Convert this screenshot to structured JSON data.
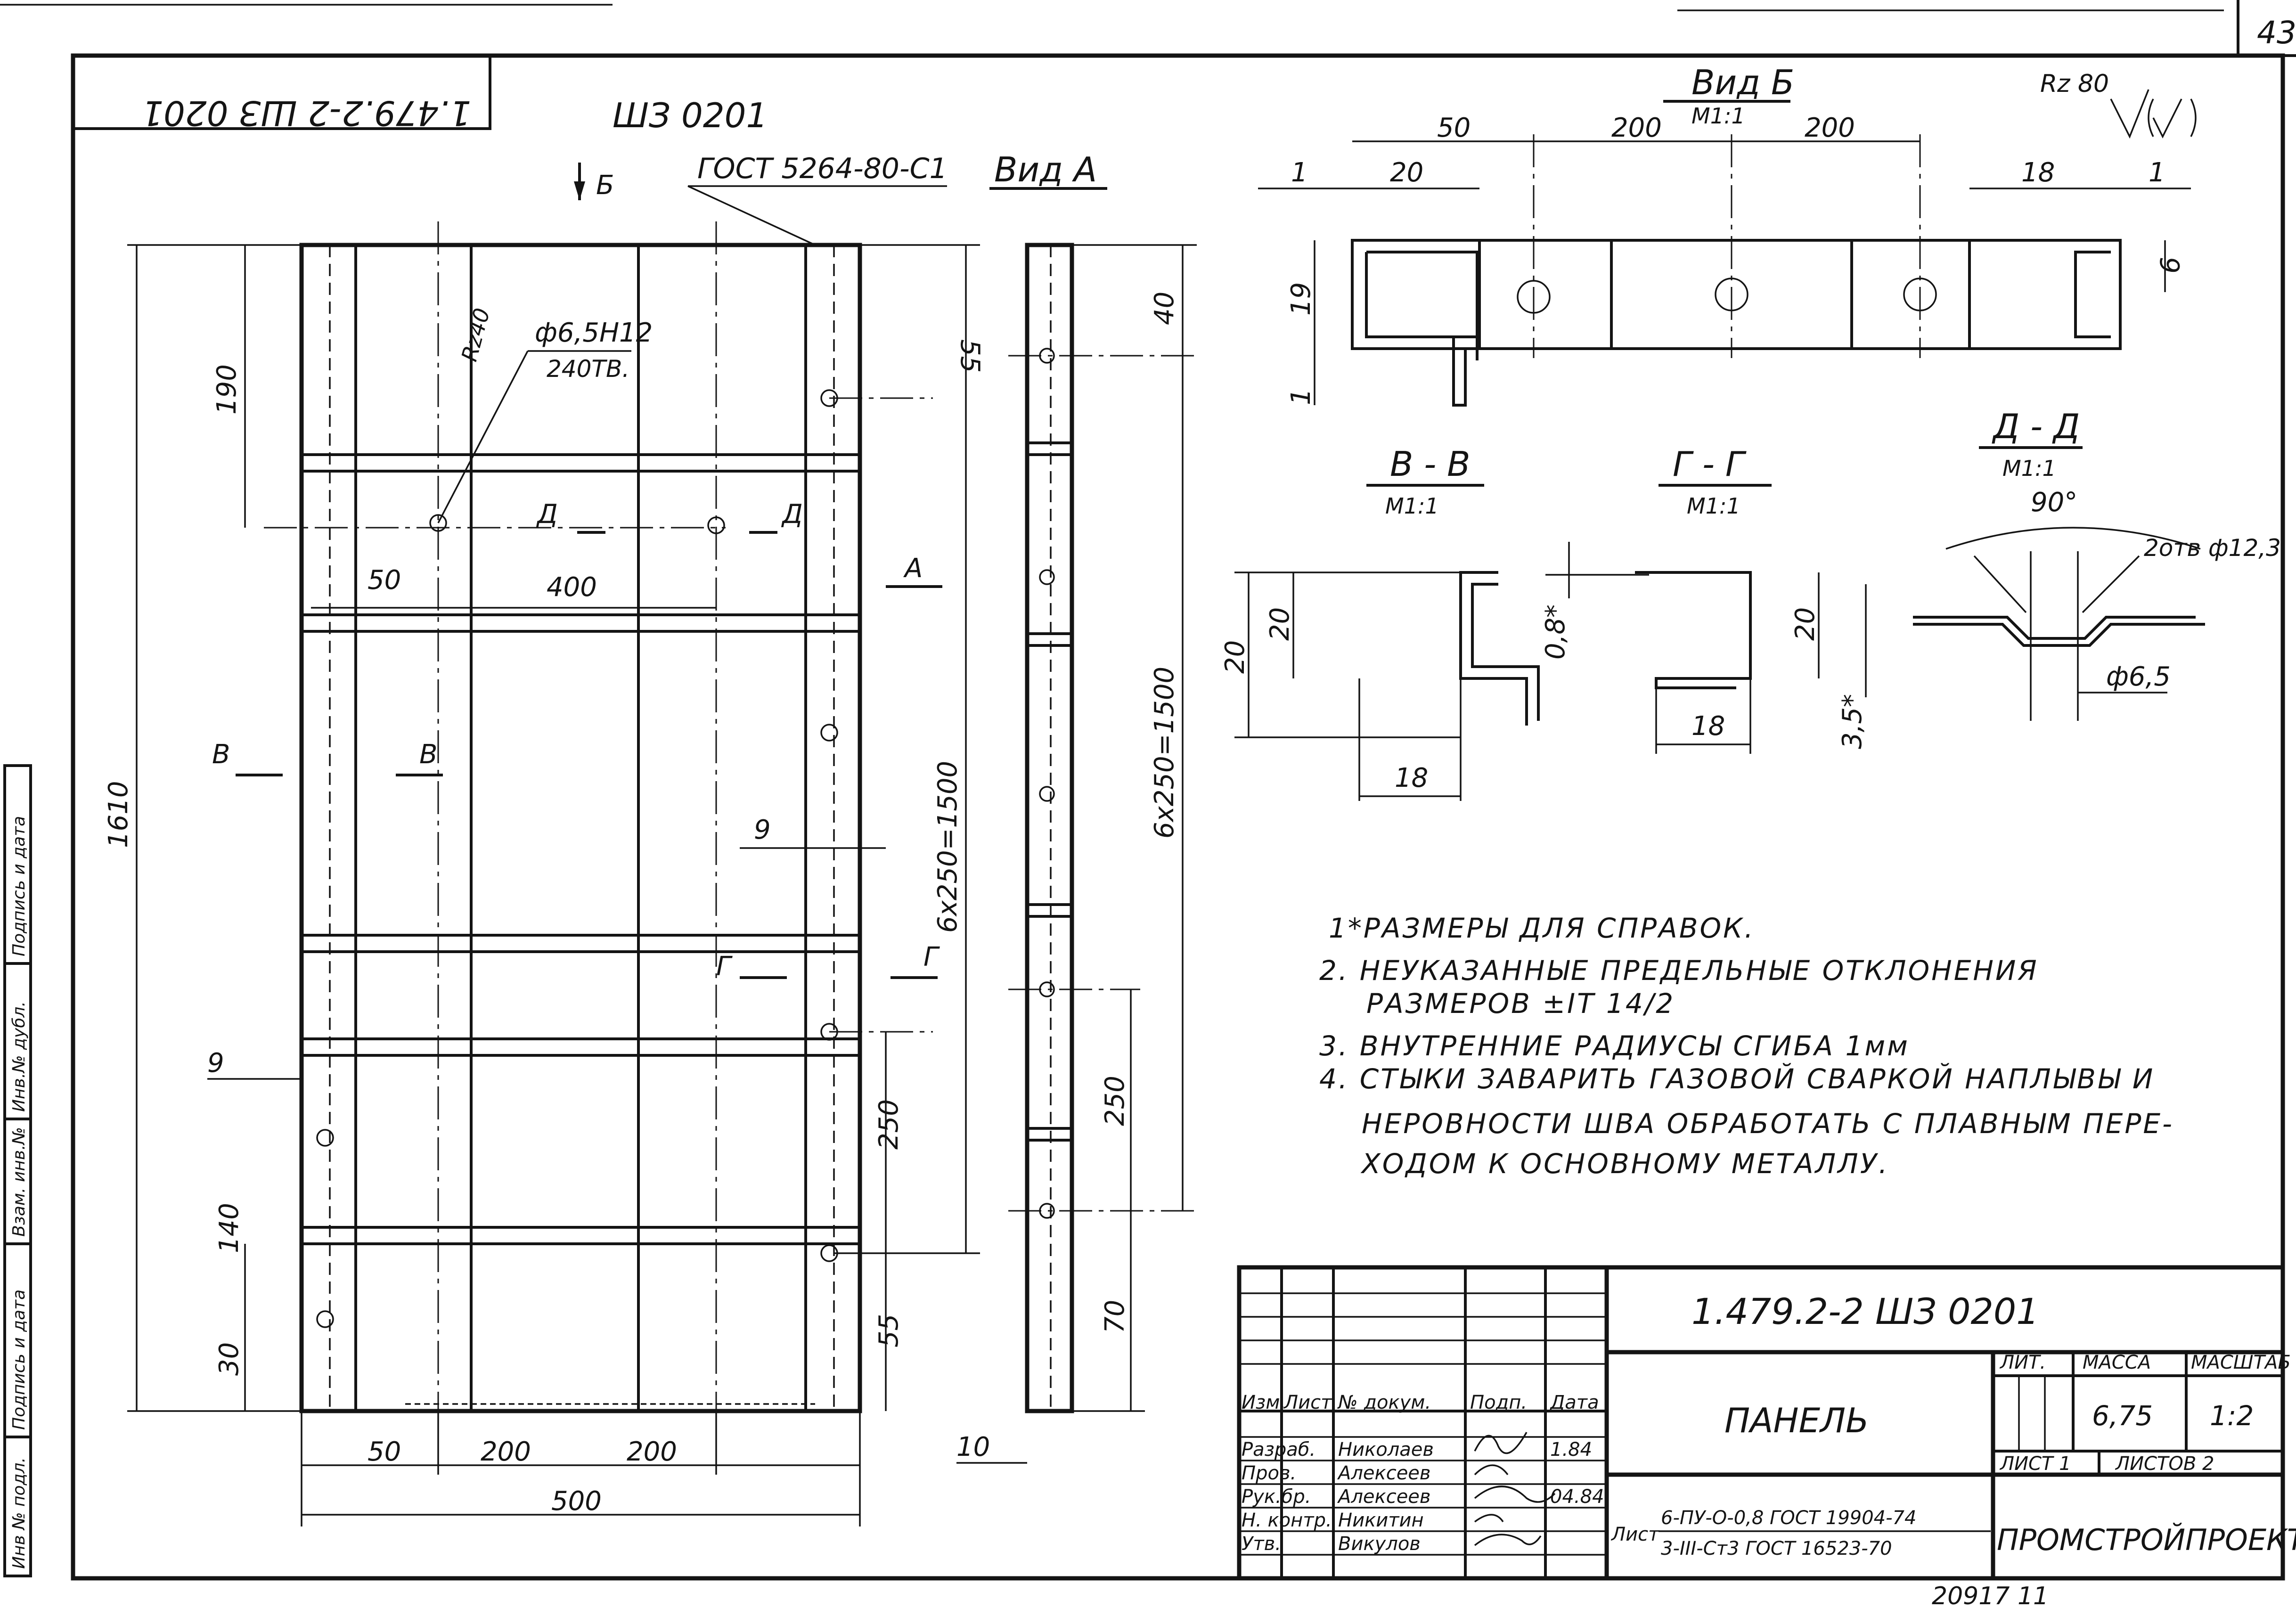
{
  "sheet": {
    "page_number": "43",
    "top_code_inverted": "1.479.2-2 ШЗ 0201",
    "part_code": "ШЗ 0201",
    "material_callout": "ГОСТ 5264-80-С1",
    "bottom_stamp": "20917   11"
  },
  "views": {
    "view_a": "Вид А",
    "view_b": "Вид Б",
    "scale_1_1": "М1:1",
    "roughness": "Rz 80",
    "roughness_rz40": "Rz40",
    "hole_callout": "ф6,5Н12",
    "hole_count": "240ТВ.",
    "section_vv": "В - В",
    "section_gg": "Г - Г",
    "section_dd": "Д - Д",
    "angle": "90°",
    "holes_dd": "2отв ф12,3",
    "hole_dd": "ф6,5",
    "mark_b": "Б",
    "mark_a": "А",
    "mark_d": "Д",
    "mark_v": "В",
    "mark_g": "Г"
  },
  "dims": {
    "d1610": "1610",
    "d190": "190",
    "d50": "50",
    "d400": "400",
    "d55": "55",
    "d6x250": "6х250=1500",
    "d9": "9",
    "d250": "250",
    "d140": "140",
    "d30": "30",
    "d200": "200",
    "d500": "500",
    "d40": "40",
    "d70": "70",
    "d10": "10",
    "d20": "20",
    "d19": "19",
    "d1": "1",
    "d18": "18",
    "d08": "0,8*",
    "d35": "3,5*"
  },
  "notes": [
    "1*РАЗМЕРЫ ДЛЯ СПРАВОК.",
    "2. НЕУКАЗАННЫЕ ПРЕДЕЛЬНЫЕ ОТКЛОНЕНИЯ",
    "РАЗМЕРОВ ±IT 14/2",
    "3. ВНУТРЕННИЕ РАДИУСЫ СГИБА 1мм",
    "4. СТЫКИ ЗАВАРИТЬ ГАЗОВОЙ СВАРКОЙ НАПЛЫВЫ И",
    "НЕРОВНОСТИ ШВА ОБРАБОТАТЬ С ПЛАВНЫМ ПЕРЕ-",
    "ХОДОМ К ОСНОВНОМУ МЕТАЛЛУ."
  ],
  "title_block": {
    "designation": "1.479.2-2   ШЗ 0201",
    "name": "ПАНЕЛЬ",
    "lit_header": "ЛИТ.",
    "mass_header": "МАССА",
    "scale_header": "МАСШТАБ",
    "mass": "6,75",
    "scale": "1:2",
    "sheet": "ЛИСТ 1",
    "sheets": "ЛИСТОВ 2",
    "org": "ПРОМСТРОЙПРОЕКТ",
    "material_prefix": "Лист",
    "material_top": "6-ПУ-О-0,8 ГОСТ 19904-74",
    "material_bottom": "3-III-Ст3 ГОСТ 16523-70",
    "col_headers": [
      "Изм.",
      "Лист",
      "№ докум.",
      "Подп.",
      "Дата"
    ],
    "signers": [
      {
        "role": "Разраб.",
        "name": "Николаев",
        "date": "1.84"
      },
      {
        "role": "Пров.",
        "name": "Алексеев",
        "date": ""
      },
      {
        "role": "Рук.бр.",
        "name": "Алексеев",
        "date": "04.84"
      },
      {
        "role": "Н. контр.",
        "name": "Никитин",
        "date": ""
      },
      {
        "role": "Утв.",
        "name": "Викулов",
        "date": ""
      }
    ]
  },
  "side_stamp": [
    "Инв № подл.",
    "Подпись и дата",
    "Взам. инв.№",
    "Инв.№ дубл.",
    "Подпись и дата"
  ]
}
